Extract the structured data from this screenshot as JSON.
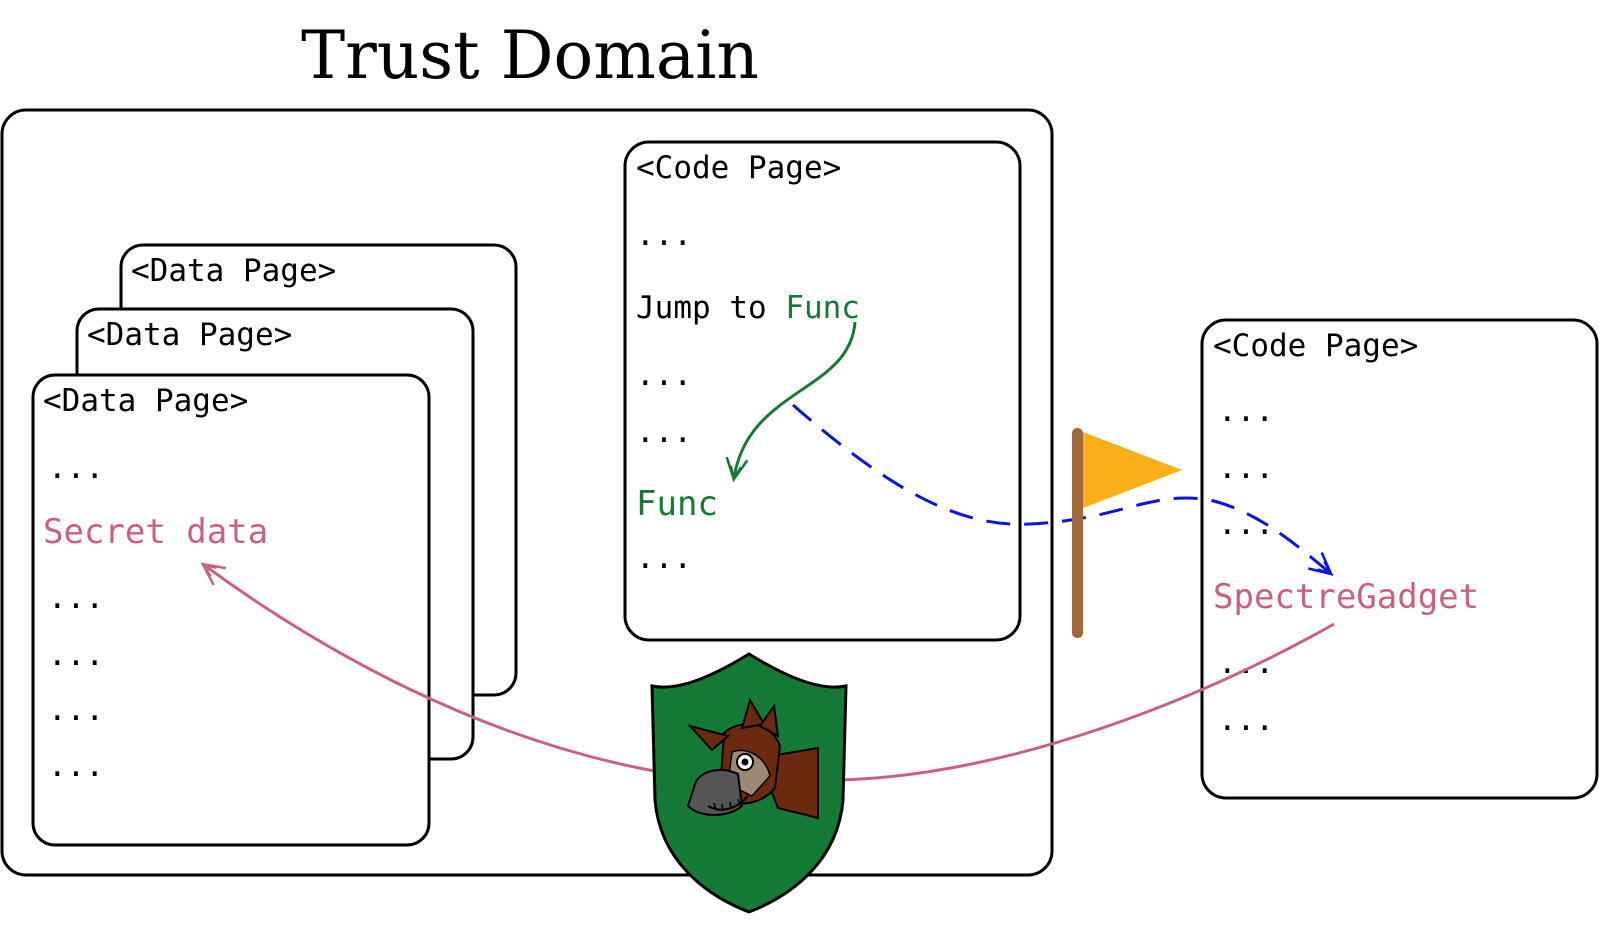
{
  "title": "Trust Domain",
  "colors": {
    "ink": "#000000",
    "green": "#167a34",
    "pink": "#c9637a",
    "blue": "#0a14e6",
    "flag_pole": "#a0693a",
    "flag": "#fbb01a",
    "shield": "#157a35",
    "horse_brown": "#6b2a10",
    "horse_nose": "#555558"
  },
  "data_pages": [
    {
      "header": "<Data Page>"
    },
    {
      "header": "<Data Page>"
    },
    {
      "header": "<Data Page>",
      "lines": [
        {
          "text": "...",
          "highlight": "none"
        },
        {
          "text": "Secret data",
          "highlight": "pink"
        },
        {
          "text": "...",
          "highlight": "none"
        },
        {
          "text": "...",
          "highlight": "none"
        },
        {
          "text": "...",
          "highlight": "none"
        },
        {
          "text": "...",
          "highlight": "none"
        }
      ]
    }
  ],
  "code_page_inner": {
    "header": "<Code Page>",
    "dots": [
      "...",
      "...",
      "...",
      "..."
    ],
    "jump_prefix": "Jump to ",
    "jump_target": "Func",
    "func_label": "Func"
  },
  "code_page_outer": {
    "header": "<Code Page>",
    "dots": [
      "...",
      "...",
      "...",
      "...",
      "..."
    ],
    "gadget": "SpectreGadget"
  },
  "icons": {
    "flag": "flag-icon",
    "shield": "shield-okapi-icon"
  }
}
